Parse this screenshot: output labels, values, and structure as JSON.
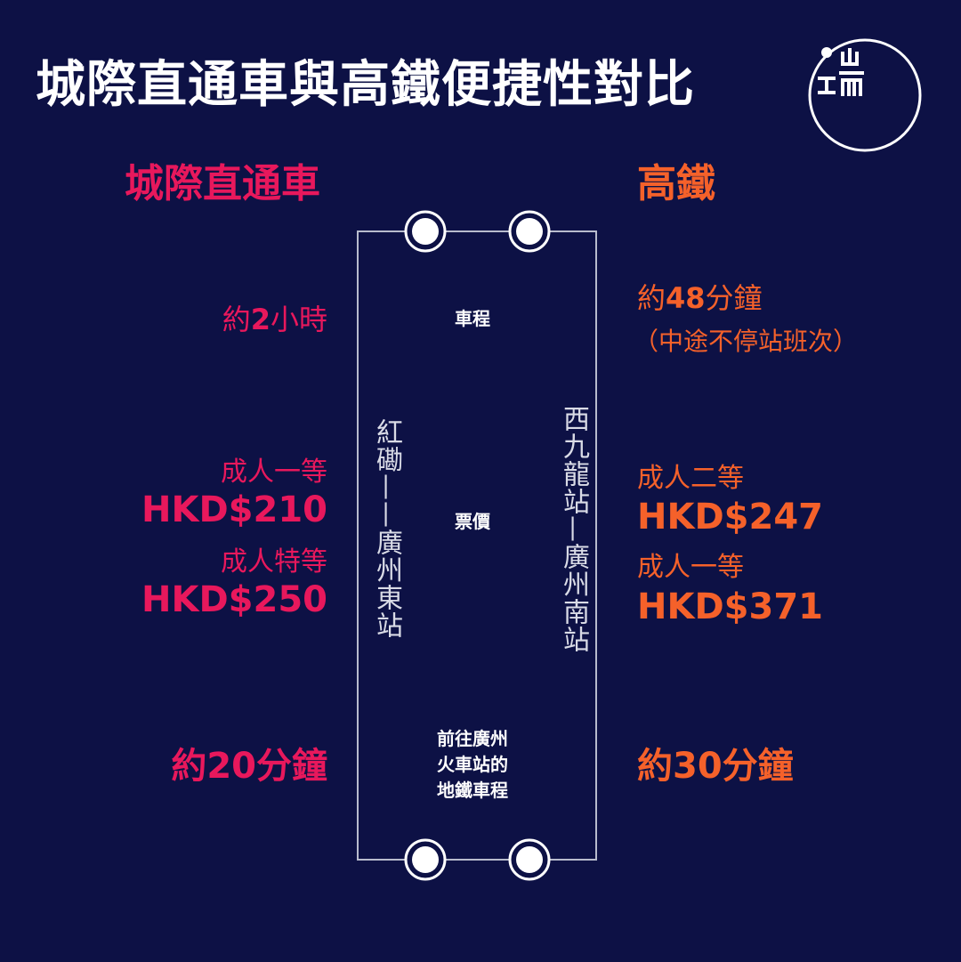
{
  "title": "城際直通車與高鐵便捷性對比",
  "logo": {
    "name": "initium-logo-icon",
    "text": "端"
  },
  "colors": {
    "background": "#0d1145",
    "left_accent": "#e8185c",
    "right_accent": "#f5612a"
  },
  "left": {
    "heading": "城際直通車",
    "duration_prefix": "約",
    "duration_number": "2",
    "duration_suffix": "小時",
    "fare1_label": "成人一等",
    "fare1_value": "HKD$210",
    "fare2_label": "成人特等",
    "fare2_value": "HKD$250",
    "metro": "約20分鐘",
    "route": "紅磡——廣州東站"
  },
  "right": {
    "heading": "高鐵",
    "duration_prefix": "約",
    "duration_number": "48",
    "duration_suffix": "分鐘",
    "duration_note": "（中途不停站班次）",
    "fare1_label": "成人二等",
    "fare1_value": "HKD$247",
    "fare2_label": "成人一等",
    "fare2_value": "HKD$371",
    "metro": "約30分鐘",
    "route": "西九龍站—廣州南站"
  },
  "center": {
    "duration_label": "車程",
    "fare_label": "票價",
    "metro_label_line1": "前往廣州",
    "metro_label_line2": "火車站的",
    "metro_label_line3": "地鐵車程"
  }
}
